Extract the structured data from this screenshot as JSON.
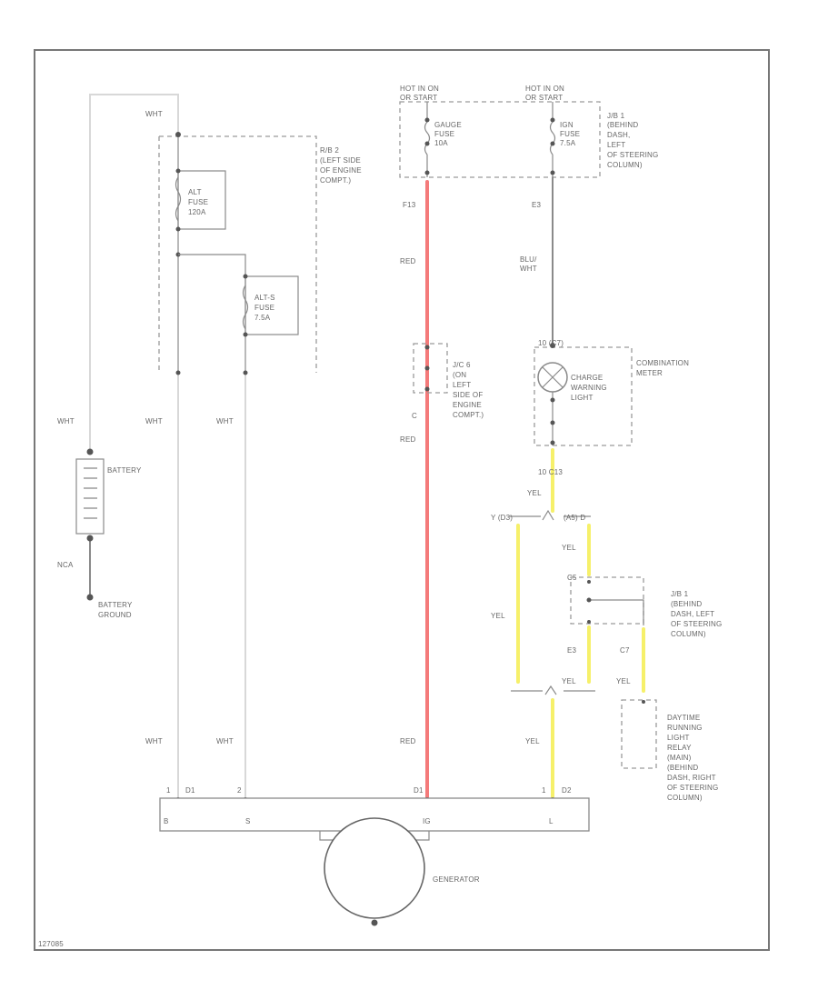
{
  "colors": {
    "wht": "#d8d8d8",
    "red": "#f47a7a",
    "yel": "#f6f06a",
    "blk": "#8a8a8a",
    "frame": "#777777"
  },
  "labels": {
    "hot_left": "HOT IN ON",
    "hot_left2": "OR START",
    "hot_right": "HOT IN ON",
    "hot_right2": "OR START",
    "gauge_fuse": [
      "GAUGE",
      "FUSE",
      "10A"
    ],
    "ign_fuse": [
      "IGN",
      "FUSE",
      "7.5A"
    ],
    "jb1_top": [
      "J/B 1",
      "(BEHIND",
      "DASH,",
      "LEFT",
      "OF STEERING",
      "COLUMN)"
    ],
    "wht_top": "WHT",
    "rb2": [
      "R/B 2",
      "(LEFT SIDE",
      "OF ENGINE",
      "COMPT.)"
    ],
    "alt_fuse": [
      "ALT",
      "FUSE",
      "120A"
    ],
    "alts_fuse": [
      "ALT-S",
      "FUSE",
      "7.5A"
    ],
    "f13": "F13",
    "e3": "E3",
    "red1": "RED",
    "red2": "RED",
    "red3": "RED",
    "blu_wht": [
      "BLU/",
      "WHT"
    ],
    "jc6": [
      "J/C 6",
      "(ON",
      "LEFT",
      "SIDE OF",
      "ENGINE",
      "COMPT.)"
    ],
    "jc6_pin": "C",
    "combo_pin": "10 (C7)",
    "combo_meter": [
      "COMBINATION",
      "METER"
    ],
    "charge_light": [
      "CHARGE",
      "WARNING",
      "LIGHT"
    ],
    "c13": "10 C13",
    "yel1": "YEL",
    "yel2": "YEL",
    "yel3": "YEL",
    "yel4": "YEL",
    "yel5": "YEL",
    "yel6": "YEL",
    "y_conn_left": "Y (D3)",
    "y_conn_right": "(A5) D",
    "jb1_bottom": [
      "J/B 1",
      "(BEHIND",
      "DASH, LEFT",
      "OF STEERING",
      "COLUMN)"
    ],
    "c5": "C5",
    "e3b": "E3",
    "c7": "C7",
    "drl": [
      "DAYTIME",
      "RUNNING",
      "LIGHT",
      "RELAY",
      "(MAIN)",
      "(BEHIND",
      "DASH, RIGHT",
      "OF STEERING",
      "COLUMN)"
    ],
    "wht1": "WHT",
    "wht2": "WHT",
    "wht3": "WHT",
    "wht4": "WHT",
    "wht5": "WHT",
    "battery": "BATTERY",
    "nca": "NCA",
    "battery_ground": [
      "BATTERY",
      "GROUND"
    ],
    "gen_pins": [
      "1",
      "D1",
      "2",
      "D1",
      "1",
      "D2"
    ],
    "gen_terms": [
      "B",
      "S",
      "IG",
      "L"
    ],
    "generator": "GENERATOR",
    "figure_code": "127085"
  }
}
